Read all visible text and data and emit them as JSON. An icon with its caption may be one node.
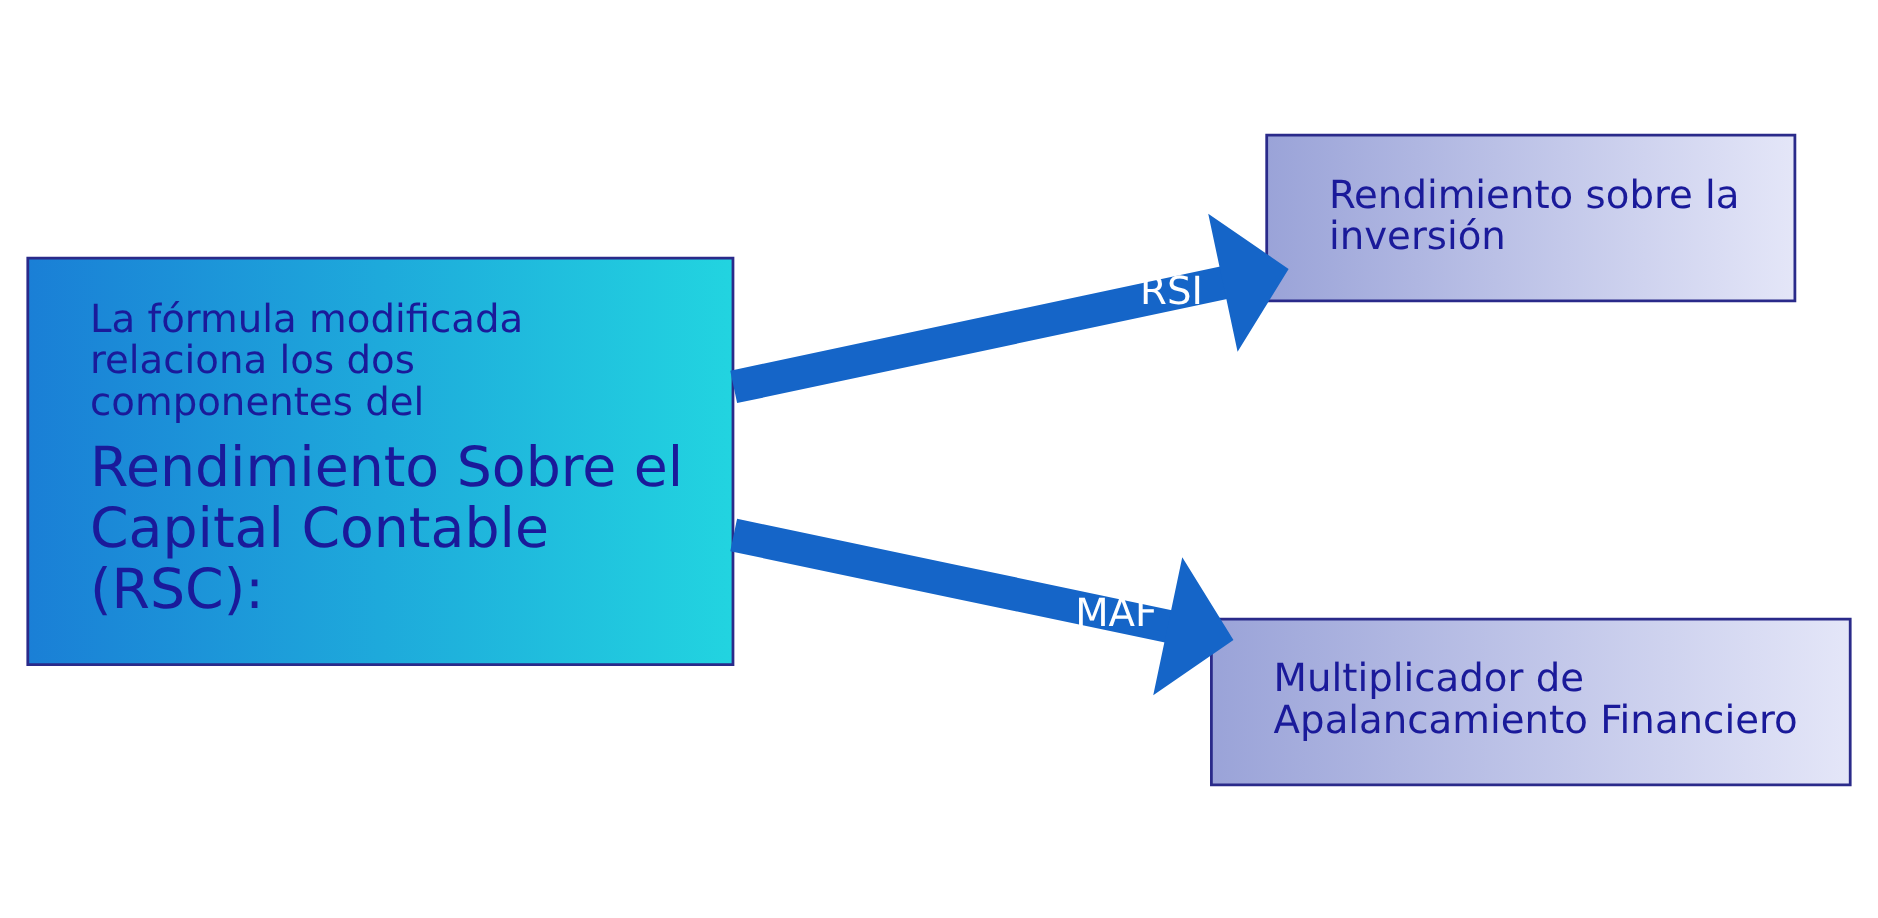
{
  "diagram": {
    "nodes": [
      {
        "text": [
          "La fórmula modificada relaciona los dos componentes del",
          "Rendimiento Sobre el Capital Contable (RSC):"
        ]
      },
      {
        "text": [
          "Rendimiento sobre la inversión"
        ]
      },
      {
        "text": [
          "Multiplicador de Apalancamiento Financiero"
        ]
      }
    ],
    "edges": [
      {
        "from": 0,
        "to": 1,
        "arrow": "to",
        "label": "RSI"
      },
      {
        "from": 0,
        "to": 2,
        "arrow": "to",
        "label": "MAF"
      }
    ]
  }
}
